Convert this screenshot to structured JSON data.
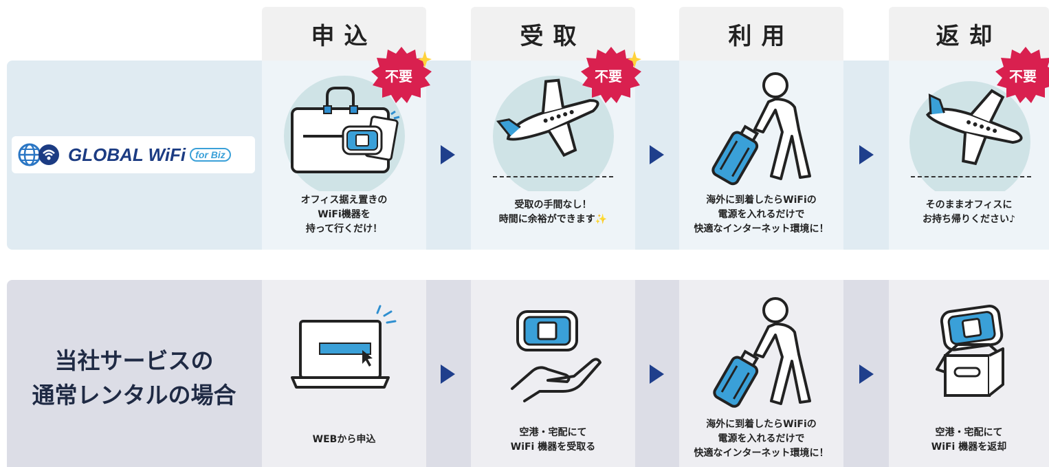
{
  "brand": {
    "name": "GLOBAL WiFi",
    "sub": "for Biz"
  },
  "steps": [
    "申込",
    "受取",
    "利用",
    "返却"
  ],
  "badge_label": "不要",
  "top_row": {
    "captions": [
      [
        "オフィス据え置きの",
        "WiFi機器を",
        "持って行くだけ！"
      ],
      [
        "受取の手間なし！",
        "時間に余裕ができます✨"
      ],
      [
        "海外に到着したらWiFiの",
        "電源を入れるだけで",
        "快適なインターネット環境に！"
      ],
      [
        "そのままオフィスに",
        "お持ち帰りください♪"
      ]
    ]
  },
  "bottom_row": {
    "title_lines": [
      "当社サービスの",
      "通常レンタルの場合"
    ],
    "captions": [
      [
        "WEBから申込"
      ],
      [
        "空港・宅配にて",
        "WiFi 機器を受取る"
      ],
      [
        "海外に到着したらWiFiの",
        "電源を入れるだけで",
        "快適なインターネット環境に！"
      ],
      [
        "空港・宅配にて",
        "WiFi 機器を返却"
      ]
    ]
  },
  "colors": {
    "navy": "#1f3f8c",
    "accent_blue": "#3aa0d8",
    "badge_red": "#d9204f",
    "top_band": "#e0ebf2",
    "bottom_band": "#dcdde6"
  },
  "icons": [
    "bag-wifi-icon",
    "airplane-icon",
    "traveler-icon",
    "laptop-icon",
    "hand-router-icon",
    "box-router-icon",
    "arrow-right-icon",
    "sparkle-icon"
  ]
}
